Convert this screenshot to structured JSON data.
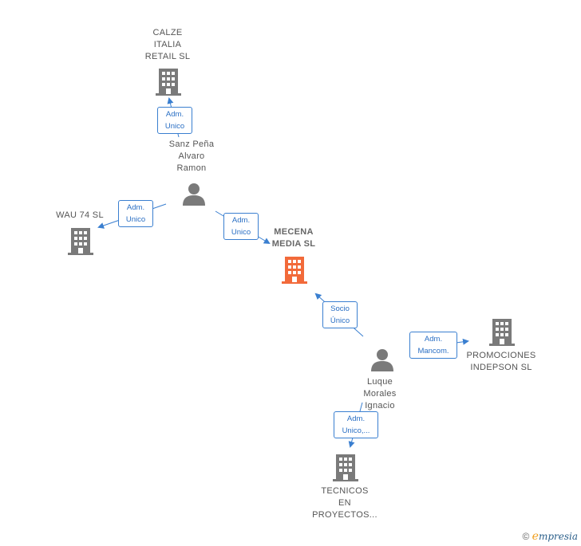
{
  "nodes": {
    "calze": {
      "label": "CALZE\nITALIA\nRETAIL  SL"
    },
    "sanz": {
      "label": "Sanz Peña\nAlvaro\nRamon"
    },
    "wau": {
      "label": "WAU 74  SL"
    },
    "mecena": {
      "label": "MECENA\nMEDIA  SL"
    },
    "luque": {
      "label": "Luque\nMorales\nIgnacio"
    },
    "promociones": {
      "label": "PROMOCIONES\nINDEPSON  SL"
    },
    "tecnicos": {
      "label": "TECNICOS\nEN\nPROYECTOS..."
    }
  },
  "edges": {
    "sanz_calze": "Adm.\nUnico",
    "sanz_wau": "Adm.\nUnico",
    "sanz_mecena": "Adm.\nUnico",
    "luque_mecena": "Socio\nÚnico",
    "luque_promociones": "Adm.\nMancom.",
    "luque_tecnicos": "Adm.\nUnico,..."
  },
  "colors": {
    "company": "#7a7a7a",
    "focus_company": "#f26a3a",
    "person": "#7a7a7a",
    "edge": "#3a7fd0"
  },
  "watermark": {
    "copyright": "©",
    "brand_first": "e",
    "brand_rest": "mpresia"
  }
}
